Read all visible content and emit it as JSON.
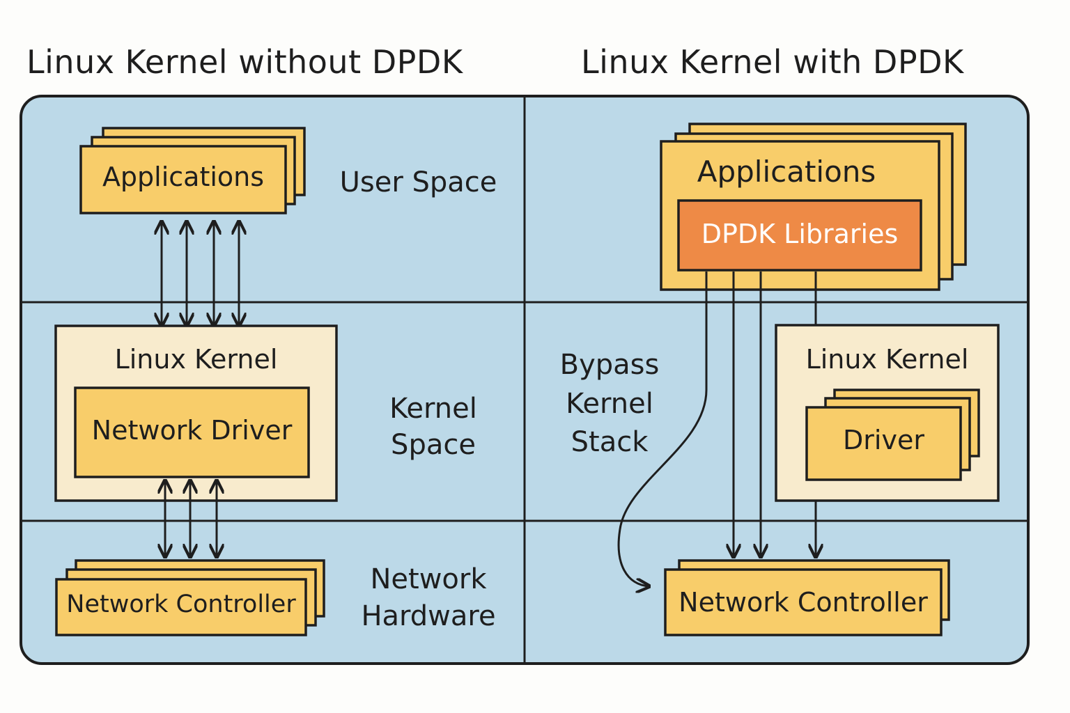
{
  "titles": {
    "left": "Linux Kernel without DPDK",
    "right": "Linux Kernel with DPDK"
  },
  "layers": [
    "User Space",
    "Kernel Space",
    "Network Hardware"
  ],
  "left_panel": {
    "applications": "Applications",
    "user_space_label": "User Space",
    "linux_kernel": "Linux Kernel",
    "network_driver": "Network Driver",
    "kernel_space_label_line1": "Kernel",
    "kernel_space_label_line2": "Space",
    "network_controller": "Network Controller",
    "hardware_label_line1": "Network",
    "hardware_label_line2": "Hardware",
    "app_kernel_arrows": 4,
    "driver_controller_arrows": 3
  },
  "right_panel": {
    "applications": "Applications",
    "dpdk_libraries": "DPDK Libraries",
    "bypass_line1": "Bypass",
    "bypass_line2": "Kernel",
    "bypass_line3": "Stack",
    "linux_kernel": "Linux Kernel",
    "driver": "Driver",
    "network_controller": "Network Controller"
  },
  "colors": {
    "background_panel": "#bcd9e8",
    "box_yellow": "#f8cd6a",
    "kernel_cream": "#f8ebcd",
    "dpdk_orange": "#ee8a46",
    "stroke": "#1e1e1e"
  }
}
